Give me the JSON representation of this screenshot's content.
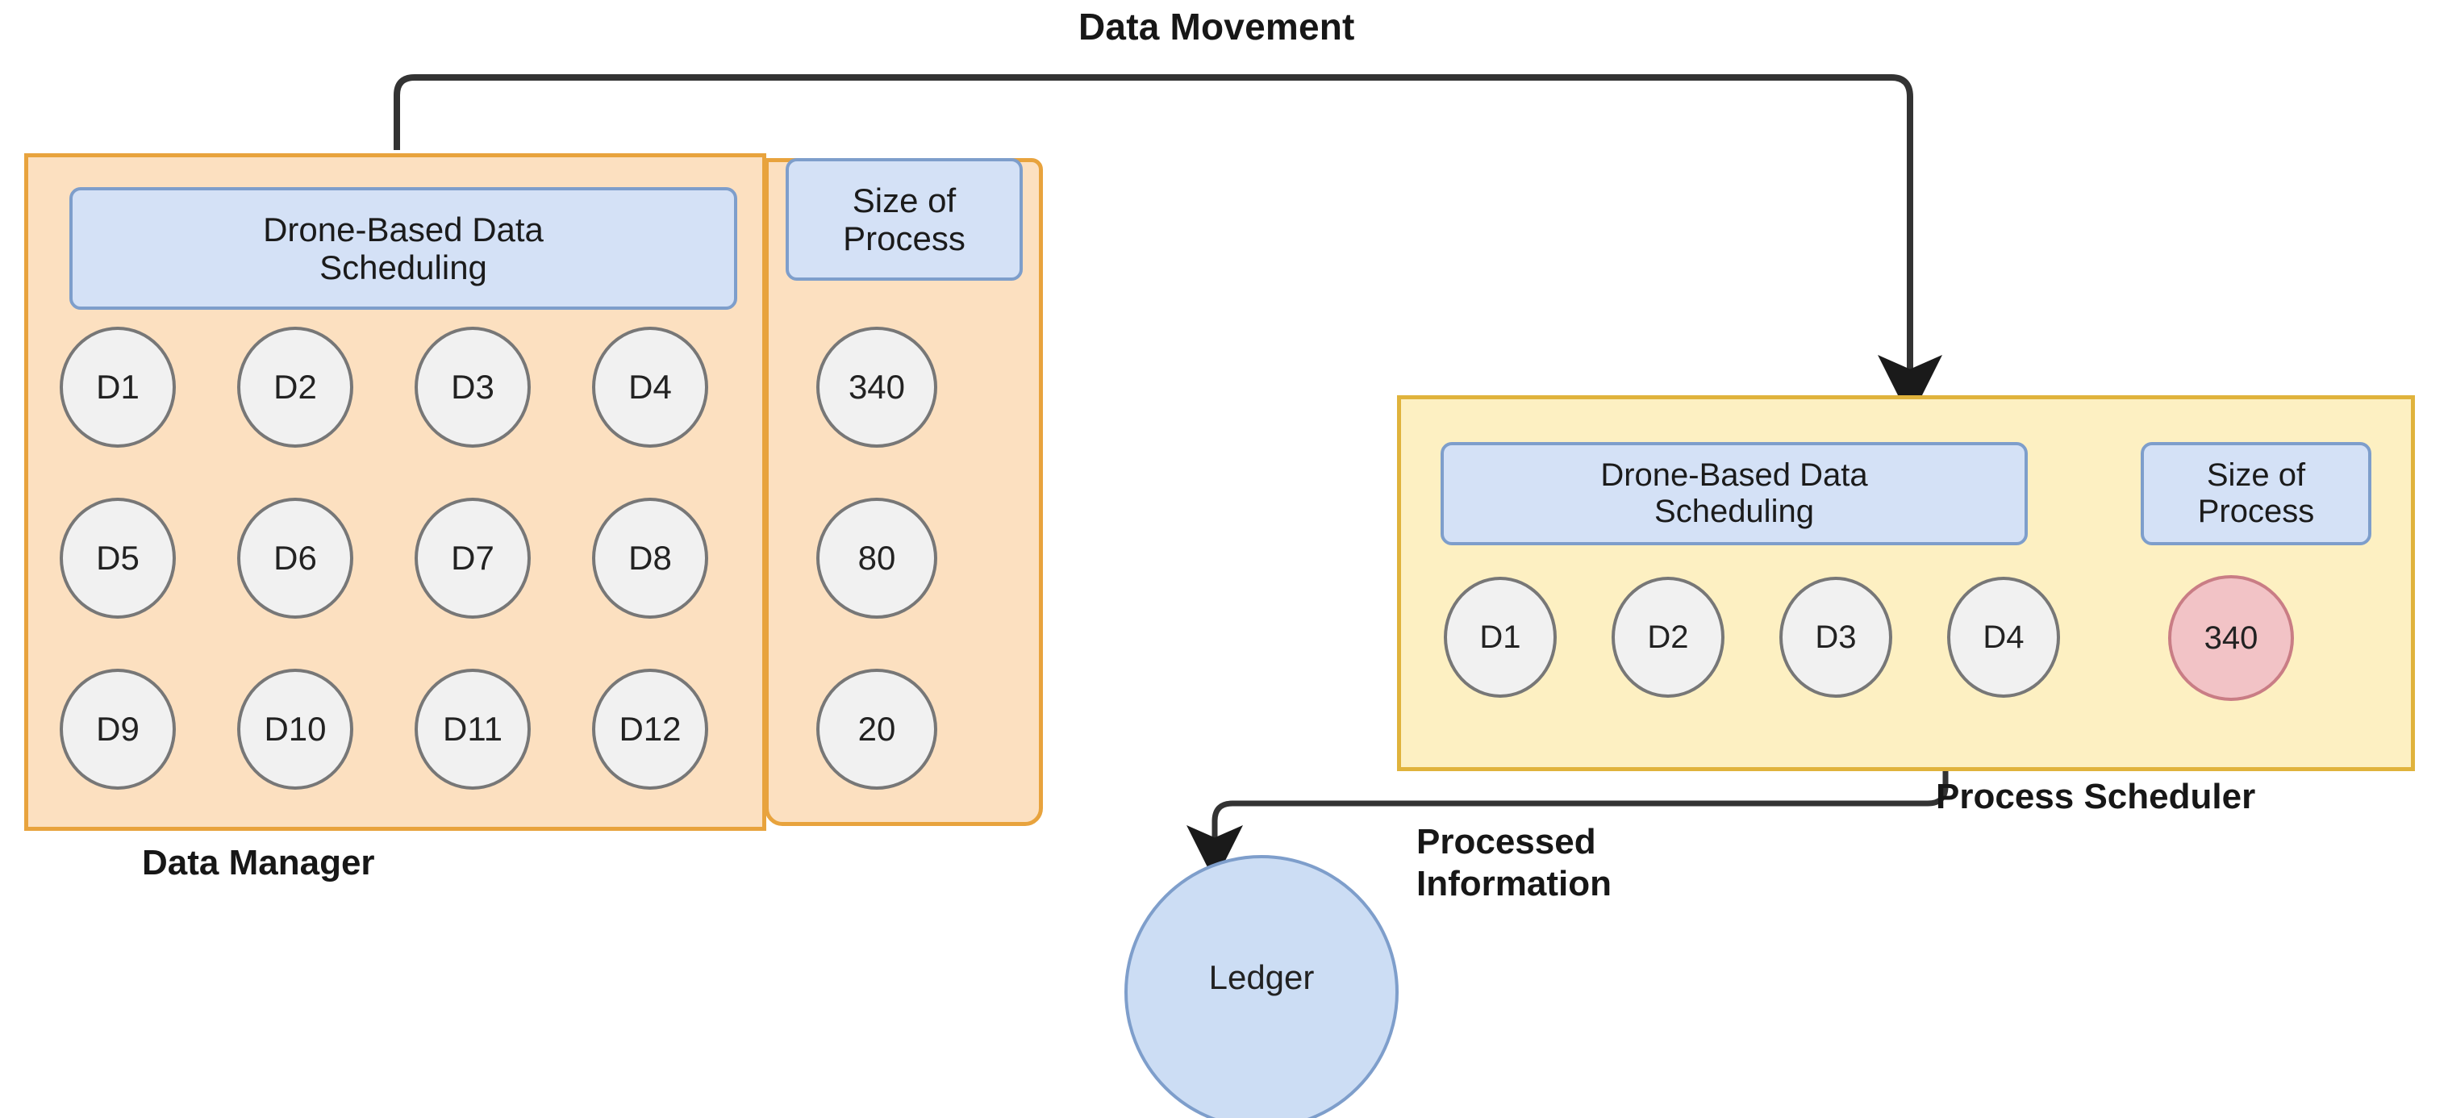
{
  "diagram": {
    "title_label": "Data Movement",
    "processed_label": "Processed\nInformation",
    "data_manager_label": "Data Manager",
    "process_scheduler_label": "Process Scheduler",
    "colors": {
      "orange_fill": "#fce0c0",
      "orange_stroke": "#e8a33d",
      "yellow_fill": "#fdf0c2",
      "yellow_stroke": "#e0b33c",
      "blue_fill": "#d4e1f6",
      "blue_stroke": "#7e9ecb",
      "grey_fill": "#f1f1f1",
      "grey_stroke": "#777777",
      "red_fill": "#f2c3c6",
      "red_stroke": "#c97d85",
      "ledger_fill": "#ccddf4",
      "edge_stroke": "#333333"
    }
  },
  "data_manager": {
    "header_label": "Drone-Based Data\nScheduling",
    "size_header_label": "Size of\nProcess",
    "drones": [
      "D1",
      "D2",
      "D3",
      "D4",
      "D5",
      "D6",
      "D7",
      "D8",
      "D9",
      "D10",
      "D11",
      "D12"
    ],
    "sizes": [
      "340",
      "80",
      "20"
    ]
  },
  "process_scheduler": {
    "header_label": "Drone-Based Data\nScheduling",
    "size_header_label": "Size of\nProcess",
    "drones": [
      "D1",
      "D2",
      "D3",
      "D4"
    ],
    "active_size": "340"
  },
  "ledger": {
    "label": "Ledger"
  },
  "edges": [
    {
      "name": "data-movement",
      "label": "Data Movement"
    },
    {
      "name": "processed-information",
      "label": "Processed\nInformation"
    },
    {
      "name": "d4-size-link",
      "label": ""
    }
  ]
}
